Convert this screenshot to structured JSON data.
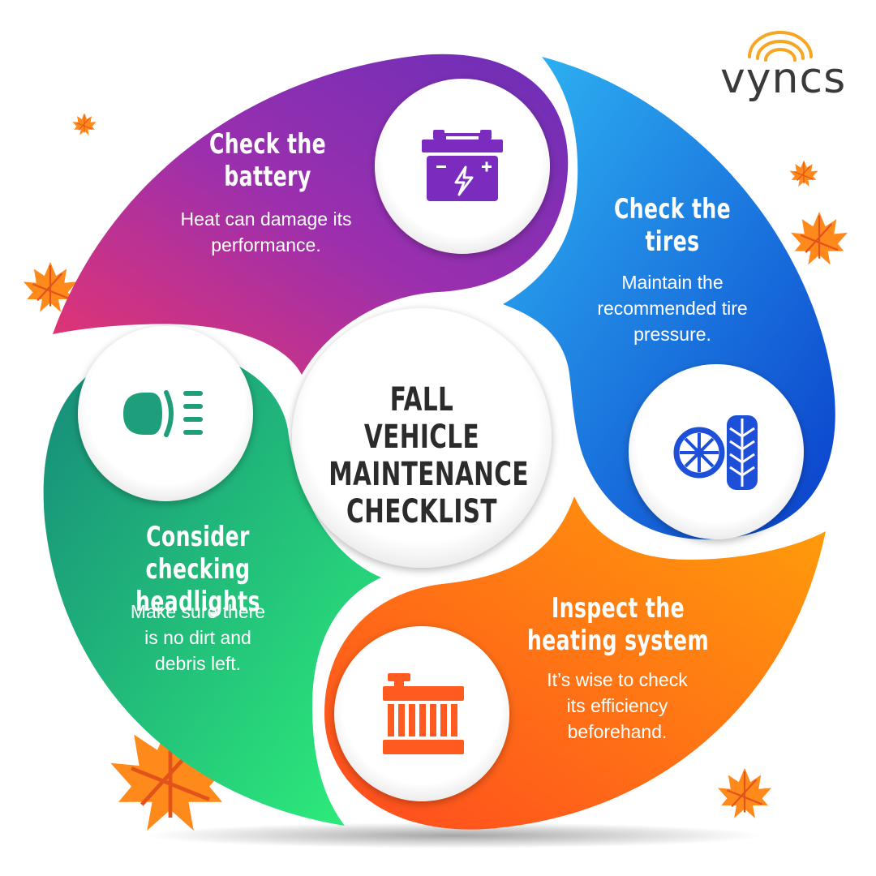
{
  "brand": {
    "logo_text": "vyncs",
    "accent": "#f6a623"
  },
  "center": {
    "lines": [
      "FALL VEHICLE",
      "MAINTENANCE",
      "CHECKLIST"
    ]
  },
  "sections": {
    "battery": {
      "title_lines": [
        "Check the",
        "battery"
      ],
      "desc_lines": [
        "Heat can damage its",
        "performance."
      ],
      "icon": "car-battery-icon",
      "color": "#7b2cbf"
    },
    "tires": {
      "title_lines": [
        "Check the",
        "tires"
      ],
      "desc_lines": [
        "Maintain the",
        "recommended tire",
        "pressure."
      ],
      "icon": "tire-icon",
      "color": "#1d4fd8"
    },
    "heating": {
      "title_lines": [
        "Inspect the",
        "heating system"
      ],
      "desc_lines": [
        "It’s wise to check",
        "its efficiency",
        "beforehand."
      ],
      "icon": "radiator-icon",
      "color": "#ff5a1f"
    },
    "headlights": {
      "title_lines": [
        "Consider checking",
        "headlights"
      ],
      "desc_lines": [
        "Make sure there",
        "is no dirt and",
        "debris left."
      ],
      "icon": "headlight-icon",
      "color": "#1e9e7a"
    }
  }
}
